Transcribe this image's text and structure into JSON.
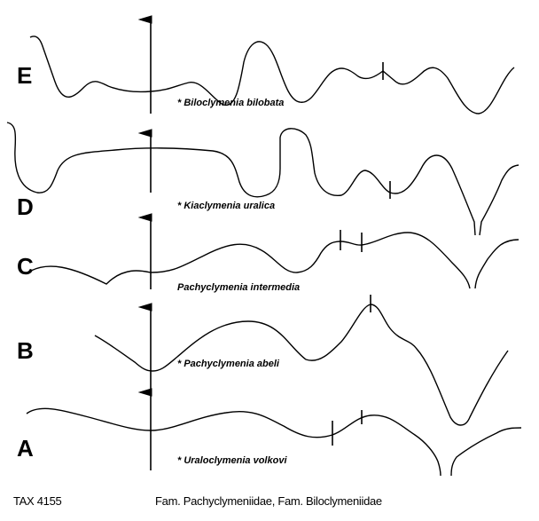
{
  "rows": [
    {
      "letter": "E",
      "species": "* Biloclymenia bilobata"
    },
    {
      "letter": "D",
      "species": "* Kiaclymenia uralica"
    },
    {
      "letter": "C",
      "species": "Pachyclymenia intermedia"
    },
    {
      "letter": "B",
      "species": "* Pachyclymenia abeli"
    },
    {
      "letter": "A",
      "species": "* Uraloclymenia volkovi"
    }
  ],
  "footer": {
    "code": "TAX 4155",
    "caption": "Fam. Pachyclymeniidae, Fam. Biloclymeniidae"
  }
}
